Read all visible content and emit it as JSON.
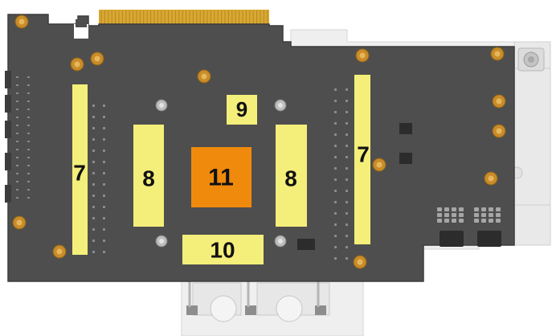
{
  "diagram": {
    "subject": "gpu-pcb-thermal-pad-layout",
    "colors": {
      "pcb": "#4e4e4e",
      "pcb_edge": "#3f3f3f",
      "pad": "#f4ef7a",
      "gpu_die": "#f08a0c",
      "gold_contacts": "#d8a833",
      "screw_brass": "#c98c2a",
      "bracket": "#ececec",
      "component": "#2f2f2f"
    },
    "zones": {
      "vrm_left": "7",
      "vram_left": "8",
      "misc_top": "9",
      "misc_bottom": "10",
      "gpu_core": "11",
      "vram_right": "8",
      "vrm_right": "7"
    }
  }
}
